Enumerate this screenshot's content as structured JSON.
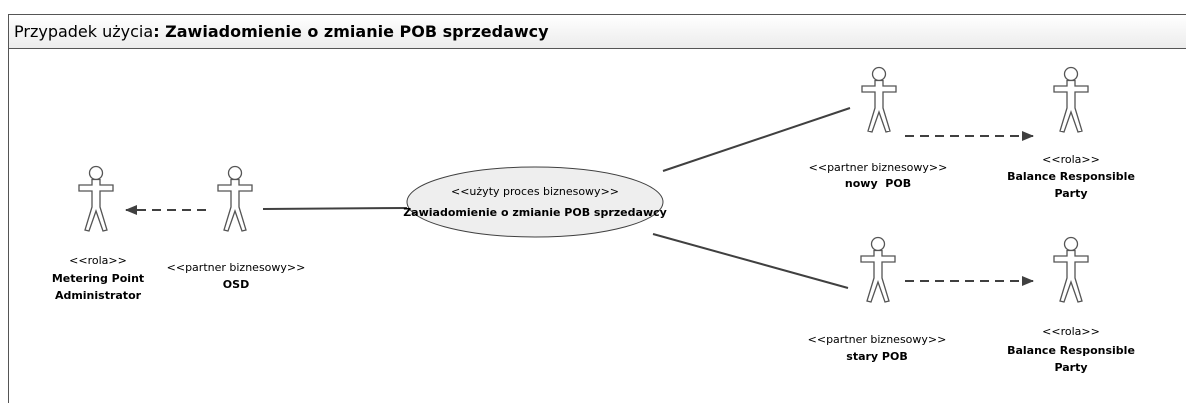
{
  "header": {
    "prefix": "Przypadek użycia",
    "separator": ": ",
    "title": "Zawiadomienie o zmianie POB sprzedawcy"
  },
  "use_case": {
    "stereotype": "<<użyty proces biznesowy>>",
    "name": "Zawiadomienie o zmianie POB sprzedawcy"
  },
  "actors": {
    "mpa": {
      "stereotype": "<<rola>>",
      "name_line1": "Metering Point",
      "name_line2": "Administrator"
    },
    "osd": {
      "stereotype": "<<partner biznesowy>>",
      "name": "OSD"
    },
    "nowy_pob": {
      "stereotype": "<<partner biznesowy>>",
      "name": "nowy  POB"
    },
    "brp_top": {
      "stereotype": "<<rola>>",
      "name_line1": "Balance Responsible",
      "name_line2": "Party"
    },
    "stary_pob": {
      "stereotype": "<<partner biznesowy>>",
      "name": "stary POB"
    },
    "brp_bottom": {
      "stereotype": "<<rola>>",
      "name_line1": "Balance Responsible",
      "name_line2": "Party"
    }
  },
  "colors": {
    "line": "#404040",
    "actor_stroke": "#555555",
    "actor_fill": "#ffffff",
    "usecase_fill": "#eeeeee"
  }
}
